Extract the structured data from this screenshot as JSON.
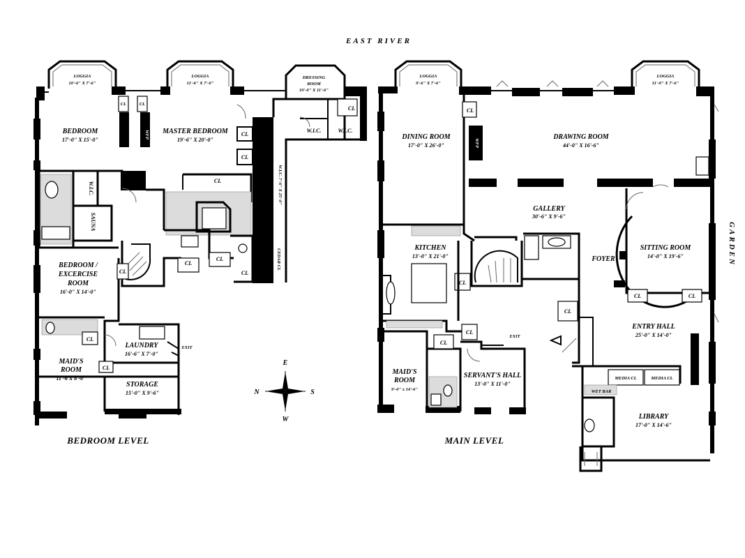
{
  "river": "EAST RIVER",
  "garden": "GARDEN",
  "compass": {
    "n": "N",
    "s": "S",
    "e": "E",
    "w": "W"
  },
  "levels": {
    "bedroom": "BEDROOM LEVEL",
    "main": "MAIN LEVEL"
  },
  "bedroom_level": {
    "loggia1": {
      "name": "LOGGIA",
      "dim": "10'-6\" X 7'-6\""
    },
    "loggia2": {
      "name": "LOGGIA",
      "dim": "11'-6\" X 7'-0\""
    },
    "dressing": {
      "name1": "DRESSING",
      "name2": "ROOM",
      "dim": "10'-0\" X 11'-6\""
    },
    "bedroom": {
      "name": "BEDROOM",
      "dim": "17'-0\" X 15'-0\""
    },
    "master": {
      "name": "MASTER BEDROOM",
      "dim": "19'-6\" X 20'-0\""
    },
    "wic": "W.I.C.",
    "sauna": "SAUNA",
    "wic_long": "W.I.C. 7'-6\" X 25'-0\"",
    "cedar": "CEDAR CL",
    "exercise": {
      "name1": "BEDROOM /",
      "name2": "EXCERCISE",
      "name3": "ROOM",
      "dim": "16'-0\" X 14'-0\""
    },
    "laundry": {
      "name": "LAUNDRY",
      "dim": "16'-6\" X 7'-0\""
    },
    "maids": {
      "name1": "MAID'S",
      "name2": "ROOM",
      "dim": "11'-6 X 8'-0\""
    },
    "storage": {
      "name": "STORAGE",
      "dim": "15'-0\" X 9'-6\""
    },
    "exit": "EXIT",
    "cl": "CL",
    "wfp": "WFP"
  },
  "main_level": {
    "loggia1": {
      "name": "LOGGIA",
      "dim": "9'-6\" X 7'-6\""
    },
    "loggia2": {
      "name": "LOGGIA",
      "dim": "11'-0\" X 7'-6\""
    },
    "dining": {
      "name": "DINING ROOM",
      "dim": "17'-0\" X 26'-0\""
    },
    "drawing": {
      "name": "DRAWING ROOM",
      "dim": "44'-0\" X 16'-6\""
    },
    "gallery": {
      "name": "GALLERY",
      "dim": "30'-6\" X 9'-6\""
    },
    "kitchen": {
      "name": "KITCHEN",
      "dim": "13'-0\" X 21'-0\""
    },
    "foyer": "FOYER",
    "sitting": {
      "name": "SITTING ROOM",
      "dim": "14'-0\" X 19'-6\""
    },
    "entry": {
      "name": "ENTRY HALL",
      "dim": "25'-0\" X 14'-0\""
    },
    "maids": {
      "name1": "MAID'S",
      "name2": "ROOM",
      "dim": "9'-0\" x 14'-6\""
    },
    "servants": {
      "name": "SERVANT'S HALL",
      "dim": "13'-0\" X 11'-0\""
    },
    "library": {
      "name": "LIBRARY",
      "dim": "17'-0\" X 14'-6\""
    },
    "wetbar": "WET BAR",
    "media": "MEDIA CL",
    "exit": "EXIT",
    "cl": "CL",
    "wfp": "WFP"
  }
}
